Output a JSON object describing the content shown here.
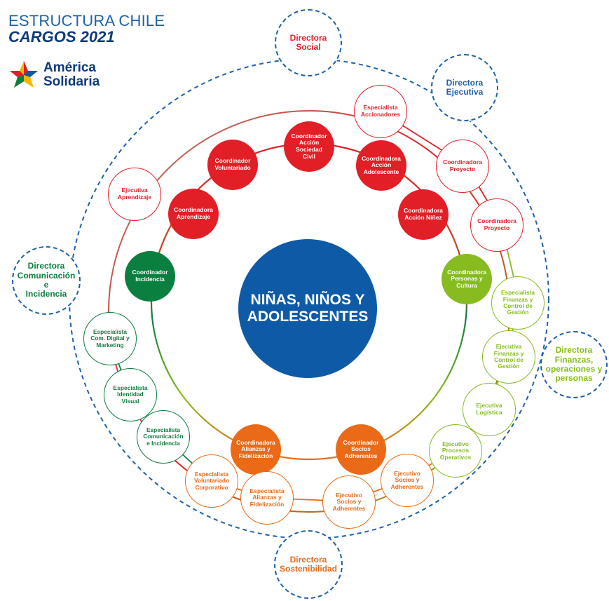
{
  "header": {
    "line1": "ESTRUCTURA CHILE",
    "line2": "CARGOS 2021"
  },
  "logo": {
    "line1": "América",
    "line2": "Solidaria",
    "icon": "star-logo-icon"
  },
  "colors": {
    "red": "#e21f26",
    "green": "#0b7f3f",
    "lime": "#86bc1f",
    "orange": "#ea6a17",
    "blue": "#0e5aa7",
    "dark_blue": "#0f3a7b"
  },
  "center": {
    "label": "NIÑAS, NIÑOS Y\nADOLESCENTES"
  },
  "directors": [
    {
      "label": "Directora\nSocial",
      "color": "#e21f26"
    },
    {
      "label": "Directora\nEjecutiva",
      "color": "#1e61a8"
    },
    {
      "label": "Directora\nComunicación e\nIncidencia",
      "color": "#0b7f3f"
    },
    {
      "label": "Directora\nFinanzas,\noperaciones y\npersonas",
      "color": "#86bc1f"
    },
    {
      "label": "Directora\nSostenibilidad",
      "color": "#ea6a17"
    }
  ],
  "coordinators": [
    {
      "label": "Coordinador\nAcción\nSociedad\nCivil",
      "color": "red"
    },
    {
      "label": "Coordinadora\nAcción\nAdolescente",
      "color": "red"
    },
    {
      "label": "Coordinadora\nAcción Niñez",
      "color": "red"
    },
    {
      "label": "Coordinador\nVoluntariado",
      "color": "red"
    },
    {
      "label": "Coordinadora\nAprendizaje",
      "color": "red"
    },
    {
      "label": "Coordinador\nIncidencia",
      "color": "green"
    },
    {
      "label": "Coordinadora\nPersonas y\nCultura",
      "color": "lime"
    },
    {
      "label": "Coordinadora\nAlianzas y\nFidelización",
      "color": "orange"
    },
    {
      "label": "Coordinador\nSocios\nAdherentes",
      "color": "orange"
    }
  ],
  "specialists": [
    {
      "label": "Especialista\nAccionadores",
      "color": "red"
    },
    {
      "label": "Coordinadora\nProyecto",
      "color": "red"
    },
    {
      "label": "Coordinadora\nProyecto",
      "color": "red"
    },
    {
      "label": "Ejecutiva\nAprendizaje",
      "color": "red"
    },
    {
      "label": "Especialista\nFinanzas y\nControl de\nGestión",
      "color": "lime"
    },
    {
      "label": "Ejecutiva\nFinanzas y\nControl de\nGestión",
      "color": "lime"
    },
    {
      "label": "Ejecutiva\nLogística",
      "color": "lime"
    },
    {
      "label": "Ejecutivo\nProcesos\nOperativos",
      "color": "lime"
    },
    {
      "label": "Ejecutivo\nSocios y\nAdherentes",
      "color": "orange"
    },
    {
      "label": "Ejecutivo\nSocios y\nAdherentes",
      "color": "orange"
    },
    {
      "label": "Especialista\nAlianzas y\nFidelización",
      "color": "orange"
    },
    {
      "label": "Especialista\nVoluntariado\nCorporativo",
      "color": "orange"
    },
    {
      "label": "Especialista\nCom. Digital y\nMarketing",
      "color": "green"
    },
    {
      "label": "Especialista\nIdentidad\nVisual",
      "color": "green"
    },
    {
      "label": "Especialista\nComunicación\ne Incidencia",
      "color": "green"
    }
  ]
}
